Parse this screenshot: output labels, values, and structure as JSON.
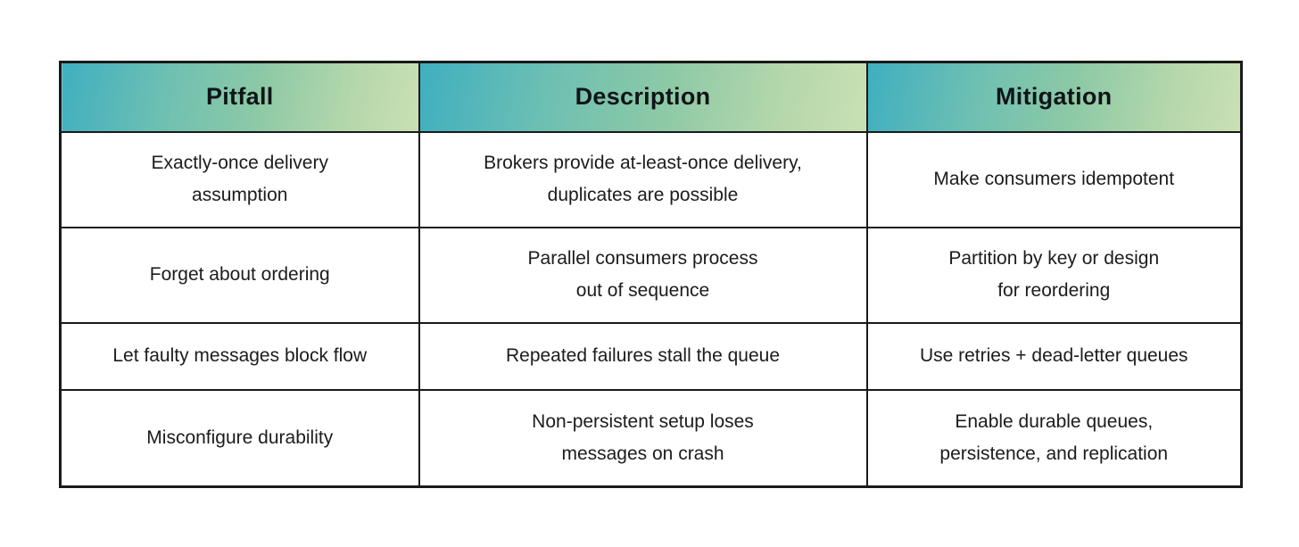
{
  "chart_data": {
    "type": "table",
    "title": "",
    "columns": [
      "Pitfall",
      "Description",
      "Mitigation"
    ],
    "rows": [
      [
        "Exactly-once delivery assumption",
        "Brokers provide at-least-once delivery, duplicates are possible",
        "Make consumers idempotent"
      ],
      [
        "Forget about ordering",
        "Parallel consumers process out of sequence",
        "Partition by key or design for reordering"
      ],
      [
        "Let faulty messages block flow",
        "Repeated failures stall the queue",
        "Use retries + dead-letter queues"
      ],
      [
        "Misconfigure durability",
        "Non-persistent setup loses messages on crash",
        "Enable durable queues, persistence, and replication"
      ]
    ],
    "layout": {
      "header_background": "gradient teal to light green, left to right",
      "grid": "black borders on all cells",
      "body_background": "white"
    }
  },
  "table": {
    "headers": [
      "Pitfall",
      "Description",
      "Mitigation"
    ],
    "rows": [
      {
        "cells": [
          [
            "Exactly-once delivery",
            "assumption"
          ],
          [
            "Brokers provide at-least-once delivery,",
            "duplicates are possible"
          ],
          [
            "Make consumers idempotent"
          ]
        ]
      },
      {
        "cells": [
          [
            "Forget about ordering"
          ],
          [
            "Parallel consumers process",
            "out of sequence"
          ],
          [
            "Partition by key or design",
            "for reordering"
          ]
        ]
      },
      {
        "cells": [
          [
            "Let faulty messages block flow"
          ],
          [
            "Repeated failures stall the queue"
          ],
          [
            "Use retries + dead-letter queues"
          ]
        ]
      },
      {
        "cells": [
          [
            "Misconfigure durability"
          ],
          [
            "Non-persistent setup loses",
            "messages on crash"
          ],
          [
            "Enable durable queues,",
            "persistence, and replication"
          ]
        ]
      }
    ]
  },
  "colors": {
    "header_gradient_left": "#3fafc0",
    "header_gradient_mid": "#8dc9a6",
    "header_gradient_right": "#c9e0b4",
    "border": "#1a1a1a",
    "text": "#1c1c1c",
    "background": "#ffffff"
  }
}
